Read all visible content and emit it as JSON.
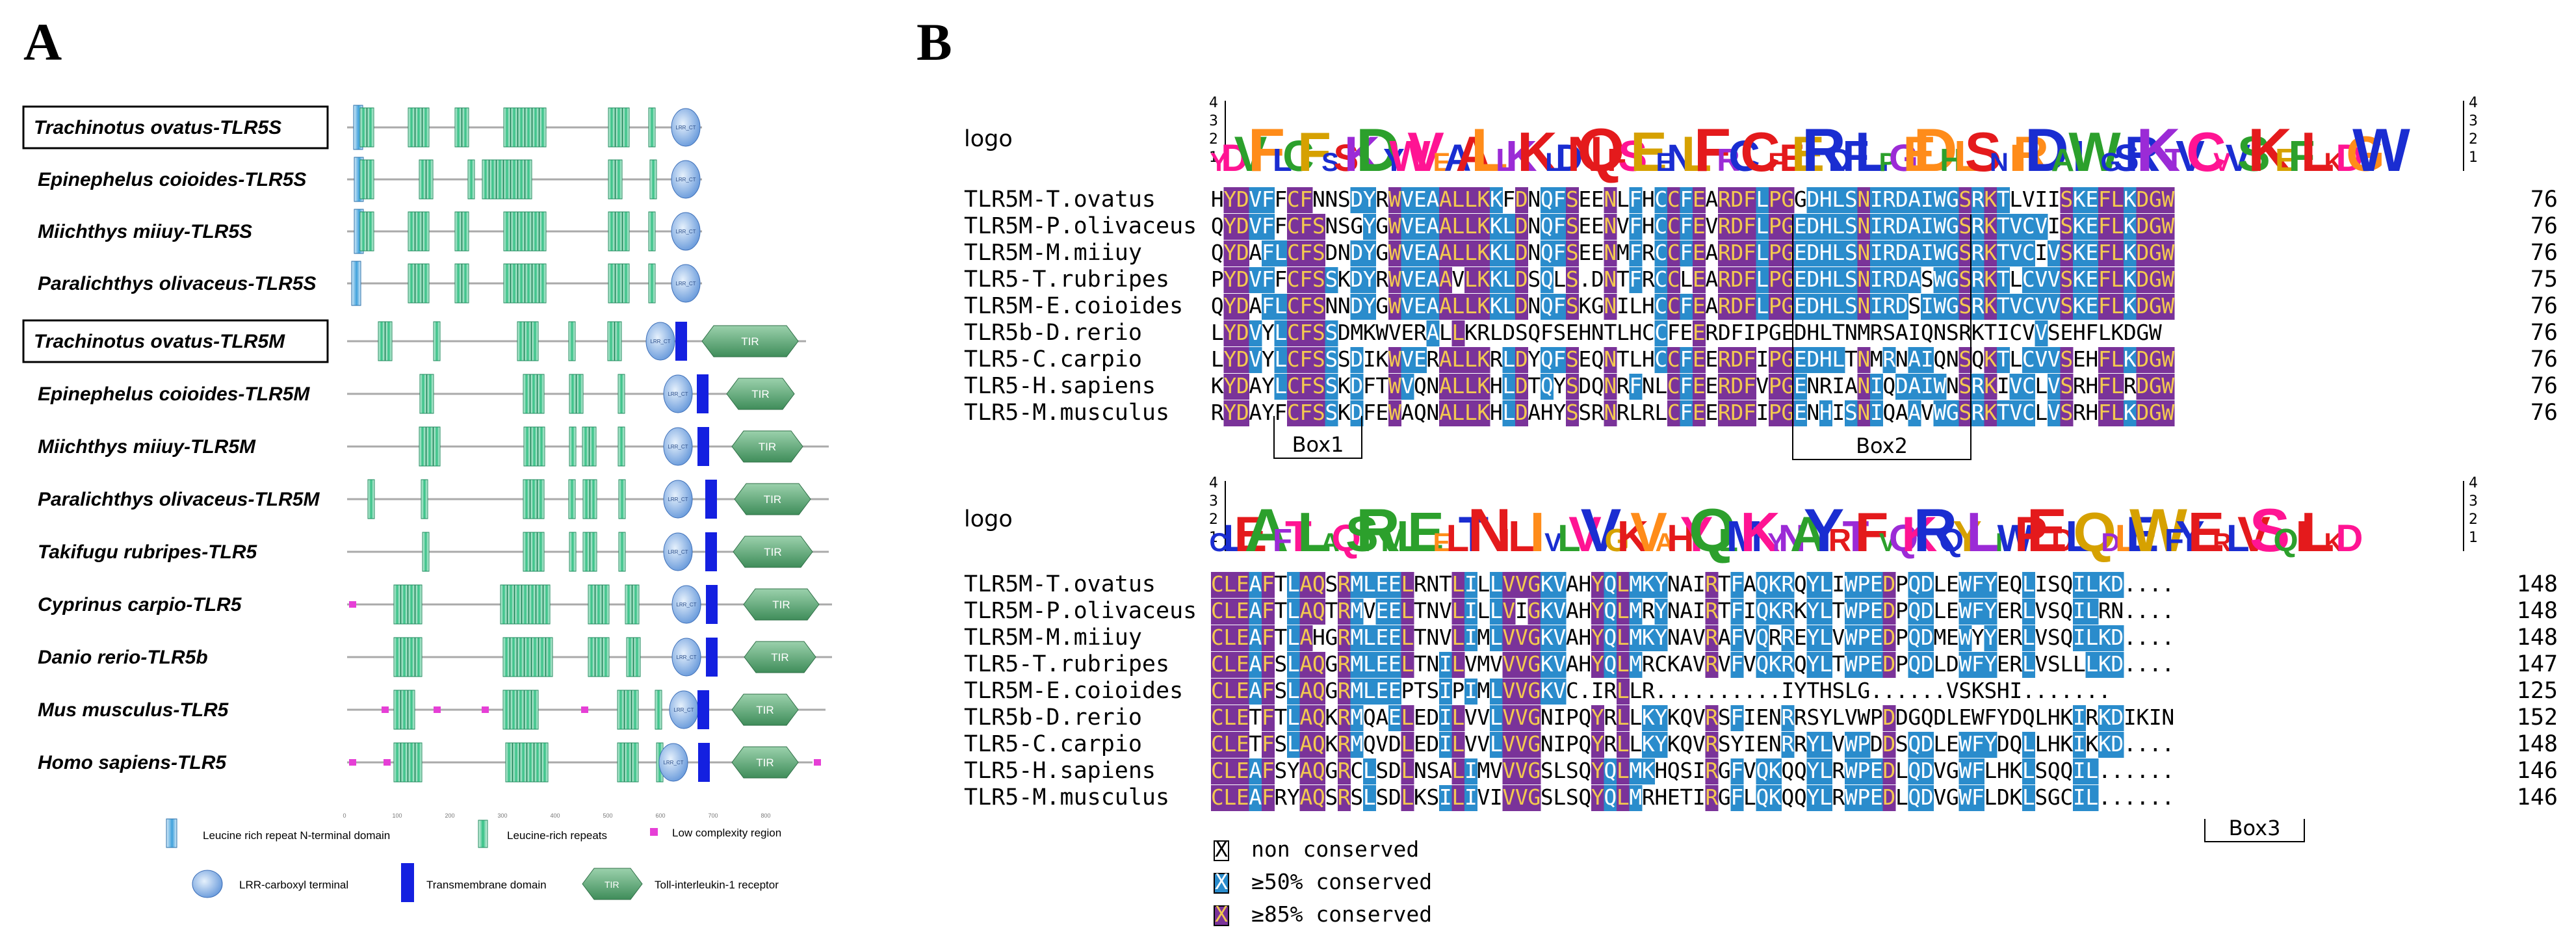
{
  "panel_a": {
    "label": "A",
    "species": [
      {
        "name": "Trachinotus ovatus-TLR5S",
        "boxed": true
      },
      {
        "name": "Epinephelus coioides-TLR5S",
        "boxed": false
      },
      {
        "name": "Miichthys miiuy-TLR5S",
        "boxed": false
      },
      {
        "name": "Paralichthys olivaceus-TLR5S",
        "boxed": false
      },
      {
        "name": "Trachinotus ovatus-TLR5M",
        "boxed": true
      },
      {
        "name": "Epinephelus coioides-TLR5M",
        "boxed": false
      },
      {
        "name": "Miichthys miiuy-TLR5M",
        "boxed": false
      },
      {
        "name": "Paralichthys olivaceus-TLR5M",
        "boxed": false
      },
      {
        "name": "Takifugu rubripes-TLR5",
        "boxed": false
      },
      {
        "name": "Cyprinus carpio-TLR5",
        "boxed": false
      },
      {
        "name": "Danio rerio-TLR5b",
        "boxed": false
      },
      {
        "name": "Mus musculus-TLR5",
        "boxed": false
      },
      {
        "name": "Homo sapiens-TLR5",
        "boxed": false
      }
    ],
    "domain_label_lrrct": "LRR_CT",
    "domain_label_tir": "TIR",
    "scale_ticks": [
      "0",
      "100",
      "200",
      "300",
      "400",
      "500",
      "600",
      "700",
      "800"
    ],
    "legend": {
      "lrrnt": "Leucine rich repeat N-terminal domain",
      "lrr": "Leucine-rich repeats",
      "low": "Low complexity region",
      "lrrct": "LRR-carboxyl terminal",
      "tm": "Transmembrane domain",
      "tir": "Toll-interleukin-1 receptor"
    }
  },
  "panel_b": {
    "label": "B",
    "logo_label": "logo",
    "logo_axis_ticks": [
      "4",
      "3",
      "2",
      "1"
    ],
    "block1": {
      "logo_text": "YDVFLCFSSKDYWVEAALLKKLDNQFSEENLFRCCFEERDFLPGEDHLSNIRDAIWGSRKTVCVVSKEFLKDGW",
      "rows": [
        {
          "name": "TLR5M-T.ovatus",
          "seq": "HYDVFFCFNNSDYRWVEAALLKKFDNQFSEENLFHCCFEARDFLPGGDHLSNIRDAIWGSRKTLVIISKEFLKDGW",
          "end": "76"
        },
        {
          "name": "TLR5M-P.olivaceus",
          "seq": "QYDVFFCFSNSGYGWVEAALLKKLDNQFSEENVFHCCFEVRDFLPGEDHLSNIRDAIWGSRKTVCVISKEFLKDGW",
          "end": "76"
        },
        {
          "name": "TLR5M-M.miiuy",
          "seq": "QYDAFLCFSDNDYGWVEAALLKKLDNQFSEENMFRCCFEARDFLPGEDHLSNIRDAIWGSRKTVCIVSKEFLKDGW",
          "end": "76"
        },
        {
          "name": "TLR5-T.rubripes",
          "seq": "PYDVFFCFSSKDYRWVEAAVLKKLDSQLS.DNTFRCCLEARDFLPGEDHLSNIRDASWGSRKTLCVVSKEFLKDGW",
          "end": "75"
        },
        {
          "name": "TLR5M-E.coioides",
          "seq": "QYDAFLCFSNNDYGWVEAALLKKLDNQFSKGNILHCCFEARDFLPGEDHLSNIRDSIWGSRKTVCVVSKEFLKDGW",
          "end": "76"
        },
        {
          "name": "TLR5b-D.rerio",
          "seq": "LYDVYLCFSSDMKWVERALLKRLDSQFSEHNTLHCCFEERDFIPGEDHLTNMRSAIQNSRKTICVVSEHFLKDGW",
          "end": "76"
        },
        {
          "name": "TLR5-C.carpio",
          "seq": "LYDVYLCFSSSDIKWVERALLKRLDYQFSEQNTLHCCFEERDFIPGEDHLTNMRNAIQNSQKTLCVVSEHFLKDGW",
          "end": "76"
        },
        {
          "name": "TLR5-H.sapiens",
          "seq": "KYDAYLCFSSKDFTWVQNALLKHLDTQYSDQNRFNLCFEERDFVPGENRIANIQDAIWNSRKIVCLVSRHFLRDGW",
          "end": "76"
        },
        {
          "name": "TLR5-M.musculus",
          "seq": "RYDAYFCFSSKDFEWAQNALLKHLDAHYSSRNRLRLCFEERDFIPGENHISNIQAAVWGSRKTVCLVSRHFLKDGW",
          "end": "76"
        }
      ],
      "boxes": [
        "Box1",
        "Box2"
      ]
    },
    "block2": {
      "logo_text": "CLEAFTLAQSRMLEELTNILIVLVVGKVAHYQLMKYNAYRTFVQKRQYLIWPEDLQDLEWFYERLVSQILKD",
      "rows": [
        {
          "name": "TLR5M-T.ovatus",
          "seq": "CLEAFTLAQSRMLEELRNTLILLVVGKVAHYQLMKYNAIRTFAQKRQYLIWPEDPQDLEWFYEQLISQILKD....",
          "end": "148"
        },
        {
          "name": "TLR5M-P.olivaceus",
          "seq": "CLEAFTLAQTRMVEELTNVLILLVIGKVAHYQLMRYNAIRTFIQKRKYLTWPEDPQDLEWFYERLVSQILRN....",
          "end": "148"
        },
        {
          "name": "TLR5M-M.miiuy",
          "seq": "CLEAFTLAHGRMLEELTNVLIMLVVGKVAHYQLMKYNAVRAFVQRREYLVWPEDPQDMEWYYERLVSQILKD....",
          "end": "148"
        },
        {
          "name": "TLR5-T.rubripes",
          "seq": "CLEAFSLAQGRMLEELTNILVMVVVGKVAHYQLMRCKAVRVFVQKRQYLTWPEDPQDLDWFYERLVSLLLKD....",
          "end": "147"
        },
        {
          "name": "TLR5M-E.coioides",
          "seq": "CLEAFSLAQGRMLEEPTSIPIMLVVGKVC.IRLLR..........IYTHSLG......VSKSHI.......",
          "end": "125"
        },
        {
          "name": "TLR5b-D.rerio",
          "seq": "CLETFTLAQKRMQAELEDILVVLVVGNIPQYRLLKYKQVRSFIENRRSYLVWPDDGQDLEWFYDQLHKIRKDIKIN",
          "end": "152"
        },
        {
          "name": "TLR5-C.carpio",
          "seq": "CLETFSLAQKRMQVDLEDILVVLVVGNIPQYRLLKYKQVRSYIENRRYLVWPDDSQDLEWFYDQLLHKIKKD....",
          "end": "148"
        },
        {
          "name": "TLR5-H.sapiens",
          "seq": "CLEAFSYAQGRCLSDLNSALIMVVVGSLSQYQLMKHQSIRGFVQKQQYLRWPEDLQDVGWFLHKLSQQIL......",
          "end": "146"
        },
        {
          "name": "TLR5-M.musculus",
          "seq": "CLEAFRYAQSRSLSDLKSILIVIVVGSLSQYQLMRHETIRGFLQKQQYLRWPEDLQDVGWFLDKLSGCIL......",
          "end": "146"
        }
      ],
      "boxes": [
        "Box3"
      ]
    },
    "legend": [
      {
        "glyph": "X",
        "label": "non conserved",
        "color": "#ffffff"
      },
      {
        "glyph": "X",
        "label": "≥50% conserved",
        "color": "#2A8CCC"
      },
      {
        "glyph": "X",
        "label": "≥85% conserved",
        "color": "#7A3399"
      }
    ]
  },
  "colors": {
    "high": "#7A3399",
    "mid": "#2A8CCC",
    "tir": "#4F9E6B",
    "tm": "#1420E0",
    "lrr": "#25B07A"
  }
}
